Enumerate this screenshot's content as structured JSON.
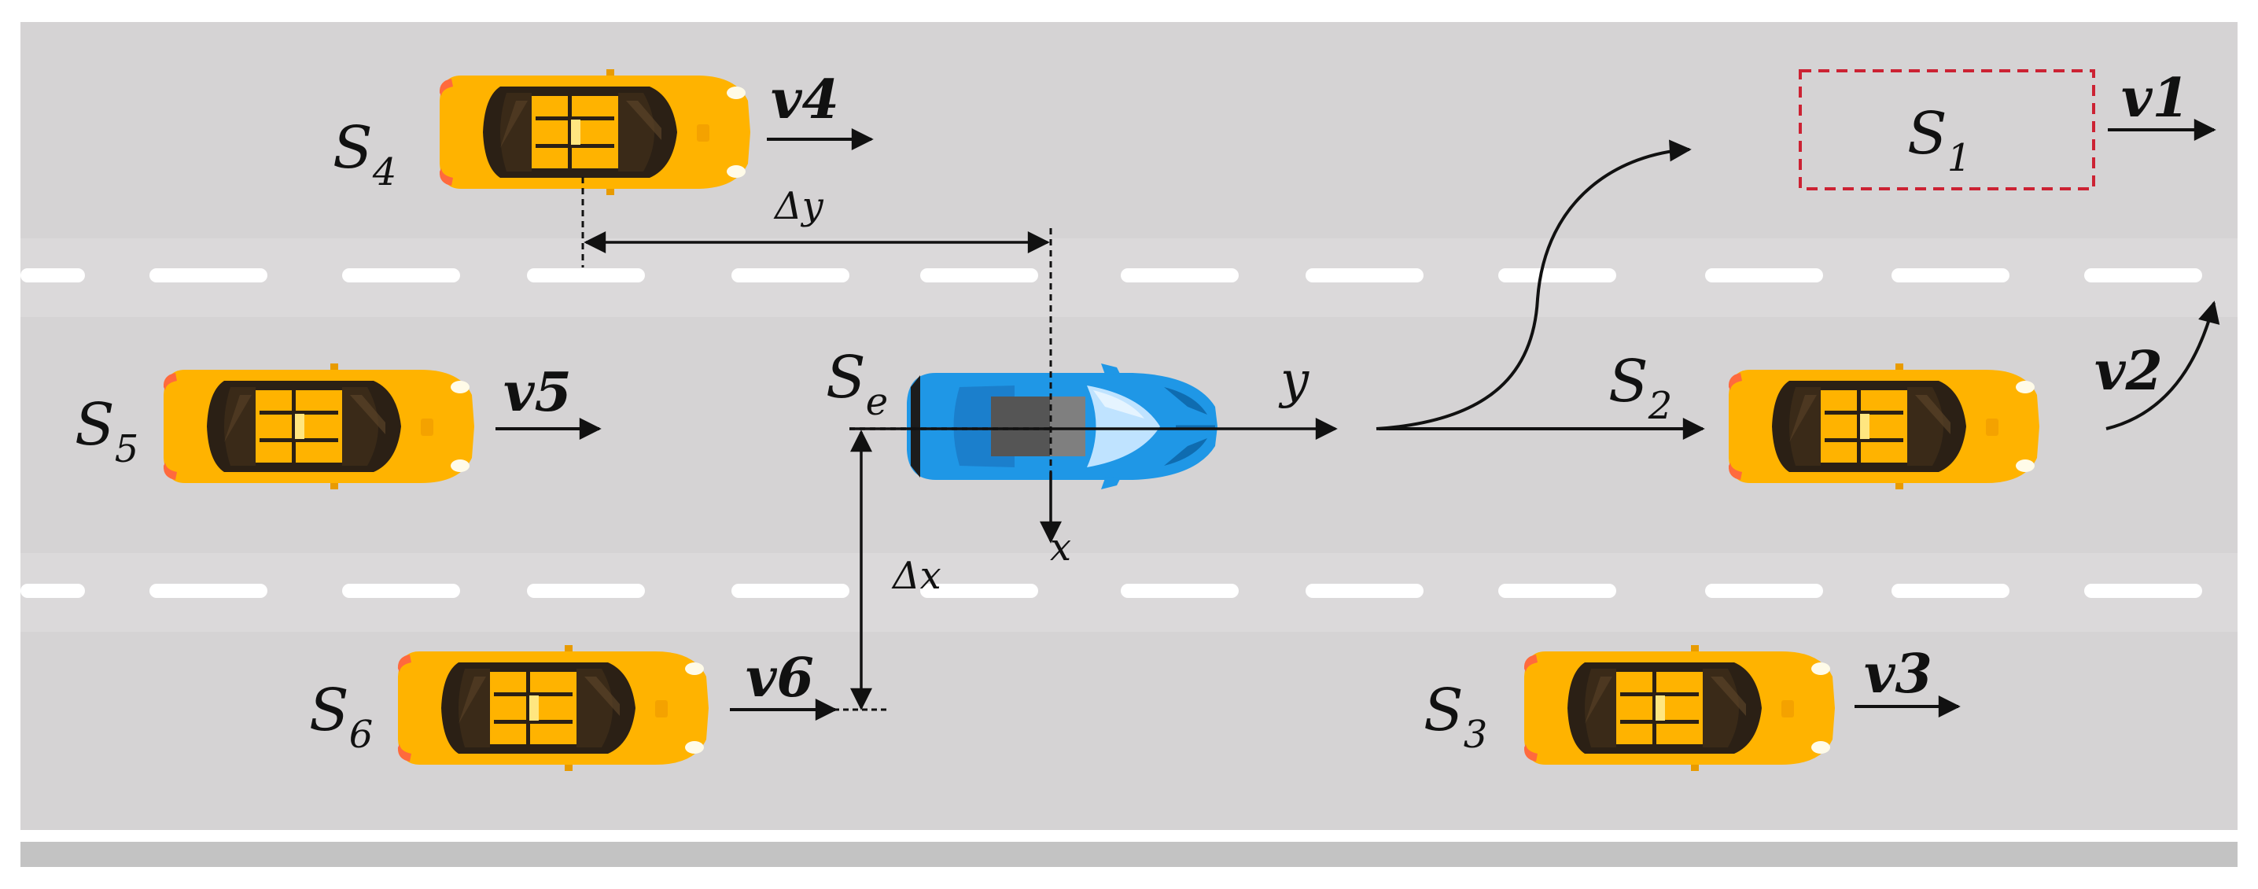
{
  "colors": {
    "road": "#d5d3d4",
    "lane_mark": "#ffffff",
    "curb": "#c3c3c3",
    "target_box": "#cc2233",
    "yellow_car": "#ffb300",
    "ego_car": "#1f97e6",
    "arrow": "#111111"
  },
  "labels": {
    "s1": {
      "main": "S",
      "sub": "1"
    },
    "s2": {
      "main": "S",
      "sub": "2"
    },
    "s3": {
      "main": "S",
      "sub": "3"
    },
    "s4": {
      "main": "S",
      "sub": "4"
    },
    "s5": {
      "main": "S",
      "sub": "5"
    },
    "s6": {
      "main": "S",
      "sub": "6"
    },
    "se": {
      "main": "S",
      "sub": "e"
    },
    "v1": "v1",
    "v2": "v2",
    "v3": "v3",
    "v4": "v4",
    "v5": "v5",
    "v6": "v6",
    "axis_x": "x",
    "axis_y": "y",
    "delta_x": "Δx",
    "delta_y": "Δy"
  },
  "icons": {
    "yellow_car": "car-top-view-icon",
    "ego_car": "sports-car-top-view-icon"
  }
}
